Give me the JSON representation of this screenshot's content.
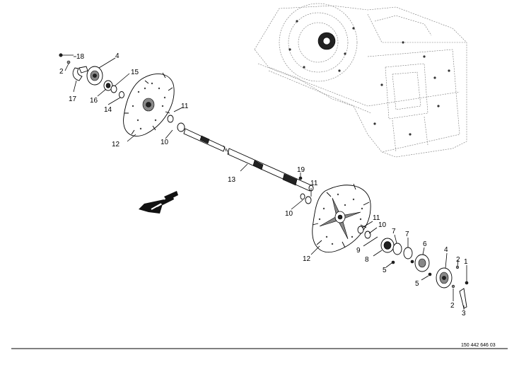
{
  "drawing_ref": "150 442 646 03",
  "callouts": [
    {
      "id": "c18a",
      "text": "18"
    },
    {
      "id": "c2a",
      "text": "2"
    },
    {
      "id": "c4a",
      "text": "4"
    },
    {
      "id": "c15",
      "text": "15"
    },
    {
      "id": "c16",
      "text": "16"
    },
    {
      "id": "c17",
      "text": "17"
    },
    {
      "id": "c14",
      "text": "14"
    },
    {
      "id": "c11a",
      "text": "11"
    },
    {
      "id": "c10a",
      "text": "10"
    },
    {
      "id": "c12a",
      "text": "12"
    },
    {
      "id": "c13",
      "text": "13"
    },
    {
      "id": "c19",
      "text": "19"
    },
    {
      "id": "c11b",
      "text": "11"
    },
    {
      "id": "c10b",
      "text": "10"
    },
    {
      "id": "c11c",
      "text": "11"
    },
    {
      "id": "c10c",
      "text": "10"
    },
    {
      "id": "c9",
      "text": "9"
    },
    {
      "id": "c7a",
      "text": "7"
    },
    {
      "id": "c7b",
      "text": "7"
    },
    {
      "id": "c8",
      "text": "8"
    },
    {
      "id": "c12b",
      "text": "12"
    },
    {
      "id": "c6",
      "text": "6"
    },
    {
      "id": "c4b",
      "text": "4"
    },
    {
      "id": "c2b",
      "text": "2"
    },
    {
      "id": "c1",
      "text": "1"
    },
    {
      "id": "c5a",
      "text": "5"
    },
    {
      "id": "c5b",
      "text": "5"
    },
    {
      "id": "c2c",
      "text": "2"
    },
    {
      "id": "c3",
      "text": "3"
    }
  ],
  "icons": {
    "direction": "direction-arrow-icon"
  }
}
